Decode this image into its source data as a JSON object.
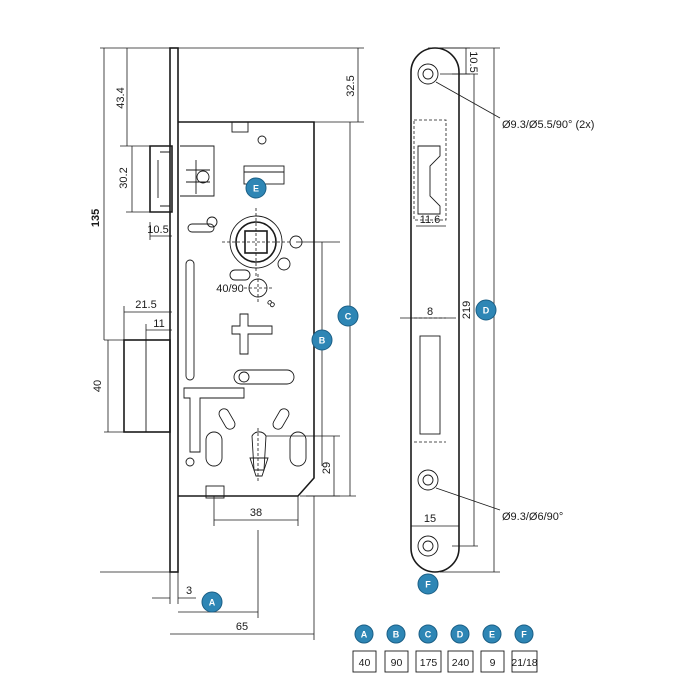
{
  "dimensions": {
    "total_height": "135",
    "top_to_latch": "43.4",
    "latch_height": "30.2",
    "latch_throw": "10.5",
    "deadbolt_offset": "21.5",
    "deadbolt_throw": "11",
    "deadbolt_height": "40",
    "faceplate_top": "32.5",
    "handle_angle": "40/90",
    "follower": "8",
    "cyl_distance": "29",
    "screw_spacing": "38",
    "faceplate_thickness": "3",
    "body_width": "65",
    "strike_top": "10.5",
    "strike_hole_top": "Ø9.3/Ø5.5/90° (2x)",
    "strike_window": "11.6",
    "strike_width_inner": "8",
    "strike_length": "219",
    "strike_width": "15",
    "strike_hole_bottom": "Ø9.3/Ø6/90°"
  },
  "badges_on_drawing": {
    "a": "A",
    "b": "B",
    "c": "C",
    "d": "D",
    "e": "E",
    "f": "F"
  },
  "variants_table": [
    {
      "badge": "A",
      "value": "40"
    },
    {
      "badge": "B",
      "value": "90"
    },
    {
      "badge": "C",
      "value": "175"
    },
    {
      "badge": "D",
      "value": "240"
    },
    {
      "badge": "E",
      "value": "9"
    },
    {
      "badge": "F",
      "value": "21/18"
    }
  ],
  "colors": {
    "badge": "#2e86b5",
    "line": "#1a1a1a"
  }
}
